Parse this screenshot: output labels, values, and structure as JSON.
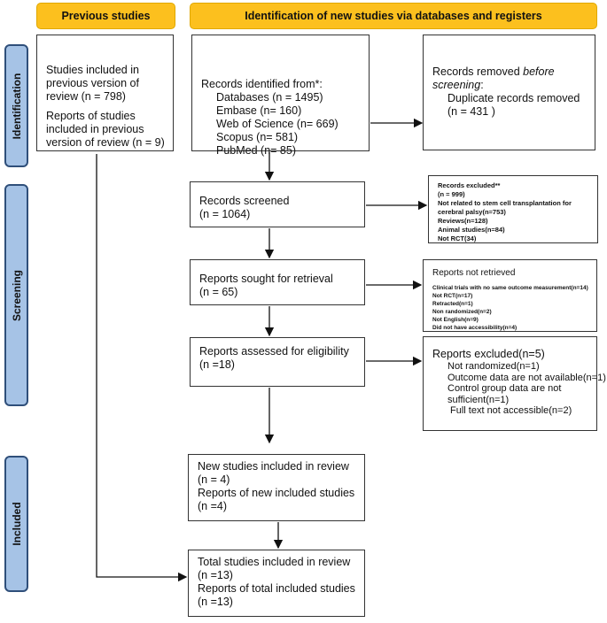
{
  "headers": {
    "previous": "Previous studies",
    "new": "Identification of new studies via databases and registers"
  },
  "stages": {
    "identification": "Identification",
    "screening": "Screening",
    "included": "Included"
  },
  "previous": {
    "line1": "Studies included in",
    "line2": "previous version of",
    "line3": "review (n = 798)",
    "line4": "Reports of studies",
    "line5": "included in previous",
    "line6": "version of review (n = 9)"
  },
  "identified": {
    "title": "Records identified from*:",
    "items": [
      "Databases (n = 1495)",
      "Embase (n= 160)",
      "Web of Science (n= 669)",
      "Scopus (n= 581)",
      "PubMed (n= 85)"
    ]
  },
  "removed": {
    "title_a": "Records removed ",
    "title_b": "before",
    "title_c": "screening",
    "colon": ":",
    "item": "Duplicate records removed",
    "n": "(n = 431 )"
  },
  "screened": {
    "title": "Records screened",
    "n": "(n = 1064)"
  },
  "excluded": {
    "lines": [
      "Records excluded**",
      "(n = 999)",
      "Not related to stem cell transplantation for",
      "cerebral palsy(n=753)",
      "Reviews(n=128)",
      "Animal studies(n=84)",
      "Not RCT(34)"
    ]
  },
  "sought": {
    "title": "Reports sought for retrieval",
    "n": "(n = 65)"
  },
  "not_retrieved": {
    "title": "Reports not retrieved",
    "lines": [
      "Clinical trials with no same outcome measurement(n=14)",
      "Not RCT(n=17)",
      "Retracted(n=1)",
      "Non randomized(n=2)",
      "Not English(n=9)",
      "Did not have accessibility(n=4)"
    ]
  },
  "assessed": {
    "title": "Reports assessed for eligibility",
    "n": "(n =18)"
  },
  "reports_excluded": {
    "title": "Reports excluded(n=5)",
    "lines": [
      "Not randomized(n=1)",
      "Outcome data are not available(n=1)",
      "Control group data are not",
      "sufficient(n=1)"
    ],
    "last": "Full text not accessible(n=2)"
  },
  "new_included": {
    "l1": "New studies included in review",
    "l2": "(n = 4)",
    "l3": "Reports of new included studies",
    "l4": "(n =4)"
  },
  "total": {
    "l1": "Total studies included in review",
    "l2": "(n =13)",
    "l3": "Reports of total included studies",
    "l4": "(n =13)"
  },
  "colors": {
    "header": "#fcc01e",
    "stage": "#a6c3e6"
  }
}
